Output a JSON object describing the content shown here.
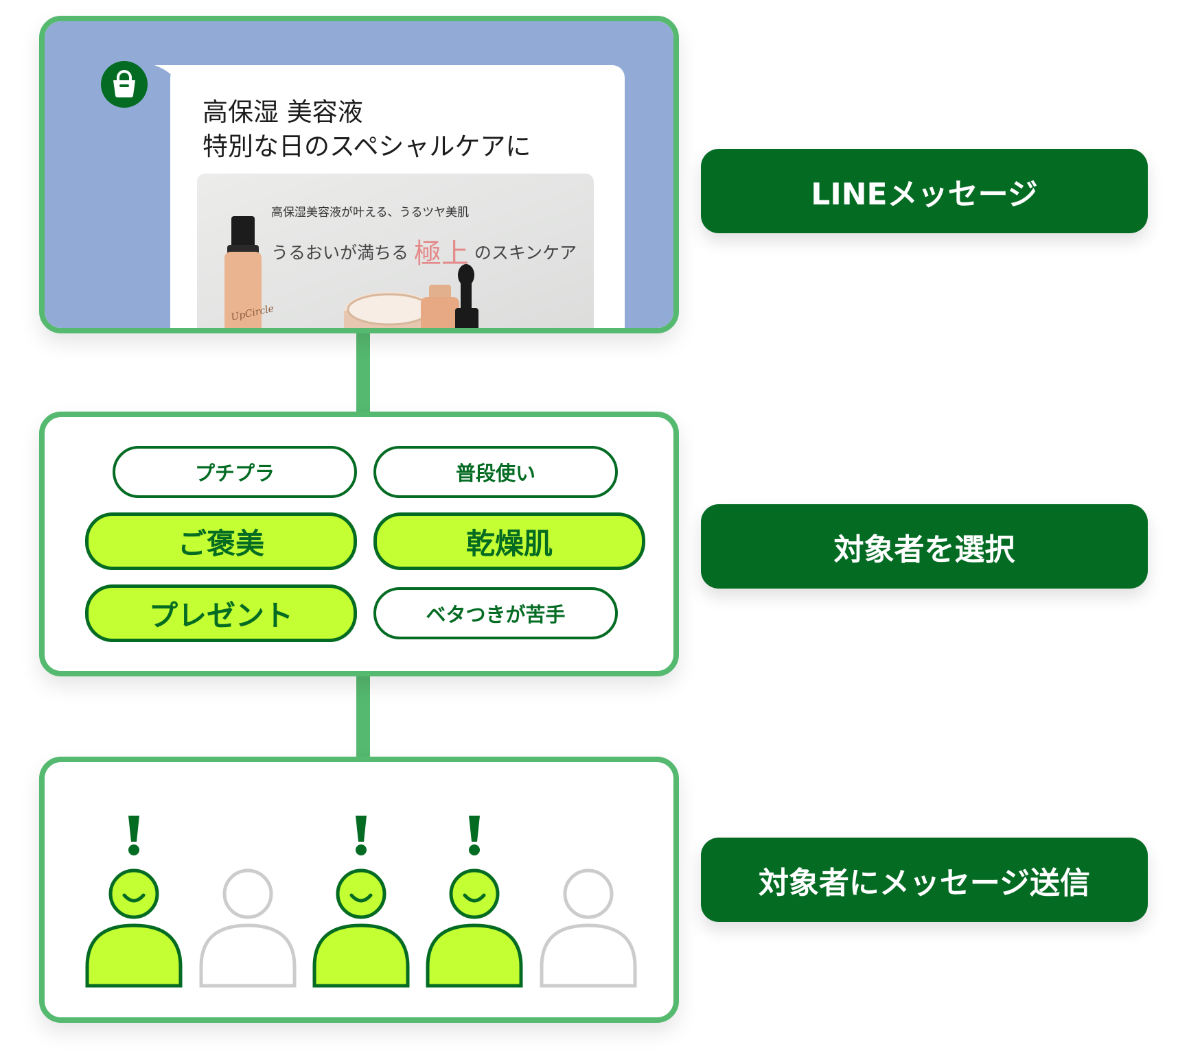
{
  "message": {
    "line1": "高保湿 美容液",
    "line2": "特別な日のスペシャルケアに",
    "banner_small": "高保湿美容液が叶える、うるツヤ美肌",
    "banner_big_before": "うるおいが満ちる",
    "banner_big_accent": "極上",
    "banner_big_after": "のスキンケア",
    "bottle_label": "UpCircle"
  },
  "tags": {
    "t1": "プチプラ",
    "t2": "普段使い",
    "t3": "ご褒美",
    "t4": "乾燥肌",
    "t5": "プレゼント",
    "t6": "ベタつきが苦手"
  },
  "labels": {
    "step1": "LINEメッセージ",
    "step2": "対象者を選択",
    "step3": "対象者にメッセージ送信"
  },
  "people": [
    true,
    false,
    true,
    true,
    false
  ],
  "colors": {
    "accent_green": "#046b23",
    "border_green": "#55b96f",
    "lime": "#c4ff33",
    "chat_bg": "#92abd6",
    "inactive": "#cccccc"
  }
}
